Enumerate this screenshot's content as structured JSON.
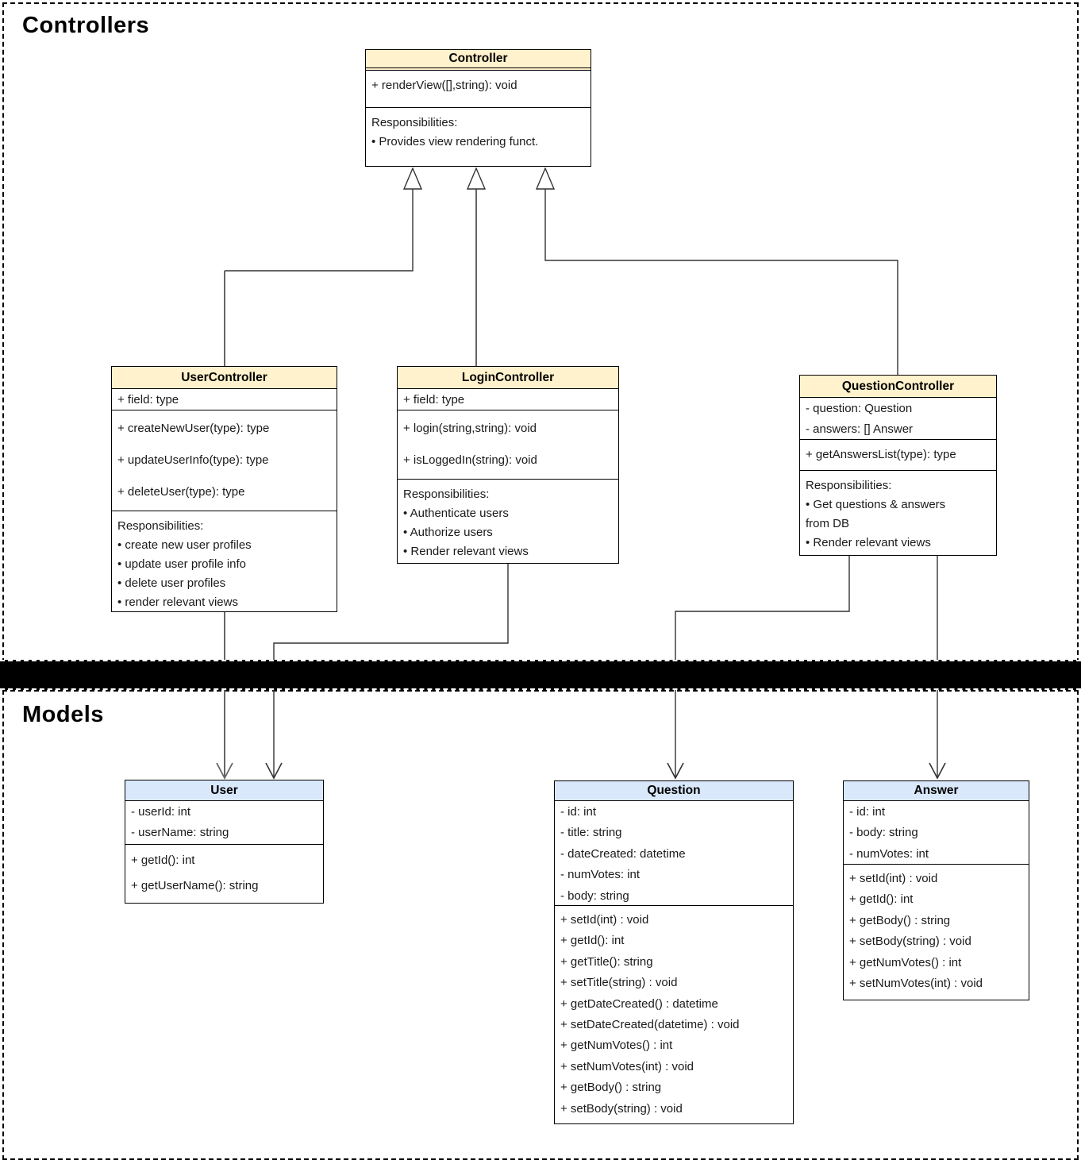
{
  "sections": {
    "controllers_label": "Controllers",
    "models_label": "Models"
  },
  "colors": {
    "controller_header_fill": "#FFF2CC",
    "model_header_fill": "#DAE8FC",
    "box_border": "#000000",
    "divider_fill": "#000000",
    "connector_dark": "#333333",
    "connector_gray": "#666666"
  },
  "classes": {
    "controller": {
      "title": "Controller",
      "methods": [
        "+ renderView([],string): void"
      ],
      "responsibilities": [
        "Responsibilities:",
        "• Provides view rendering funct."
      ]
    },
    "userController": {
      "title": "UserController",
      "attributes": [
        "+ field: type"
      ],
      "methods": [
        "+ createNewUser(type): type",
        "+ updateUserInfo(type): type",
        "+ deleteUser(type): type"
      ],
      "responsibilities": [
        "Responsibilities:",
        "• create new user profiles",
        "• update user profile info",
        "• delete user profiles",
        "• render relevant views"
      ]
    },
    "loginController": {
      "title": "LoginController",
      "attributes": [
        "+ field: type"
      ],
      "methods": [
        "+ login(string,string): void",
        "+ isLoggedIn(string): void"
      ],
      "responsibilities": [
        "Responsibilities:",
        "• Authenticate users",
        "• Authorize users",
        "• Render relevant views"
      ]
    },
    "questionController": {
      "title": "QuestionController",
      "attributes": [
        "- question: Question",
        "- answers: [] Answer"
      ],
      "methods": [
        "+ getAnswersList(type): type"
      ],
      "responsibilities": [
        "Responsibilities:",
        "• Get questions & answers",
        "from DB",
        "• Render relevant views"
      ]
    },
    "user": {
      "title": "User",
      "attributes": [
        "- userId: int",
        "- userName: string"
      ],
      "methods": [
        "+ getId(): int",
        "+ getUserName(): string"
      ]
    },
    "question": {
      "title": "Question",
      "attributes": [
        "- id: int",
        "- title: string",
        "- dateCreated: datetime",
        "- numVotes: int",
        "- body: string"
      ],
      "methods": [
        "+ setId(int) : void",
        "+ getId(): int",
        "+ getTitle(): string",
        "+ setTitle(string) : void",
        "+ getDateCreated() : datetime",
        "+ setDateCreated(datetime) : void",
        "+ getNumVotes() : int",
        "+ setNumVotes(int) : void",
        "+ getBody() : string",
        "+ setBody(string) : void"
      ]
    },
    "answer": {
      "title": "Answer",
      "attributes": [
        "- id: int",
        "- body: string",
        "- numVotes: int"
      ],
      "methods": [
        "+ setId(int) : void",
        "+ getId(): int",
        "+ getBody() : string",
        "+ setBody(string) : void",
        "+ getNumVotes() : int",
        "+ setNumVotes(int) : void"
      ]
    }
  },
  "relationships": [
    {
      "type": "inheritance",
      "from": "UserController",
      "to": "Controller"
    },
    {
      "type": "inheritance",
      "from": "LoginController",
      "to": "Controller"
    },
    {
      "type": "inheritance",
      "from": "QuestionController",
      "to": "Controller"
    },
    {
      "type": "dependency",
      "from": "UserController",
      "to": "User"
    },
    {
      "type": "dependency",
      "from": "LoginController",
      "to": "User"
    },
    {
      "type": "dependency",
      "from": "QuestionController",
      "to": "Question"
    },
    {
      "type": "dependency",
      "from": "QuestionController",
      "to": "Answer"
    }
  ]
}
